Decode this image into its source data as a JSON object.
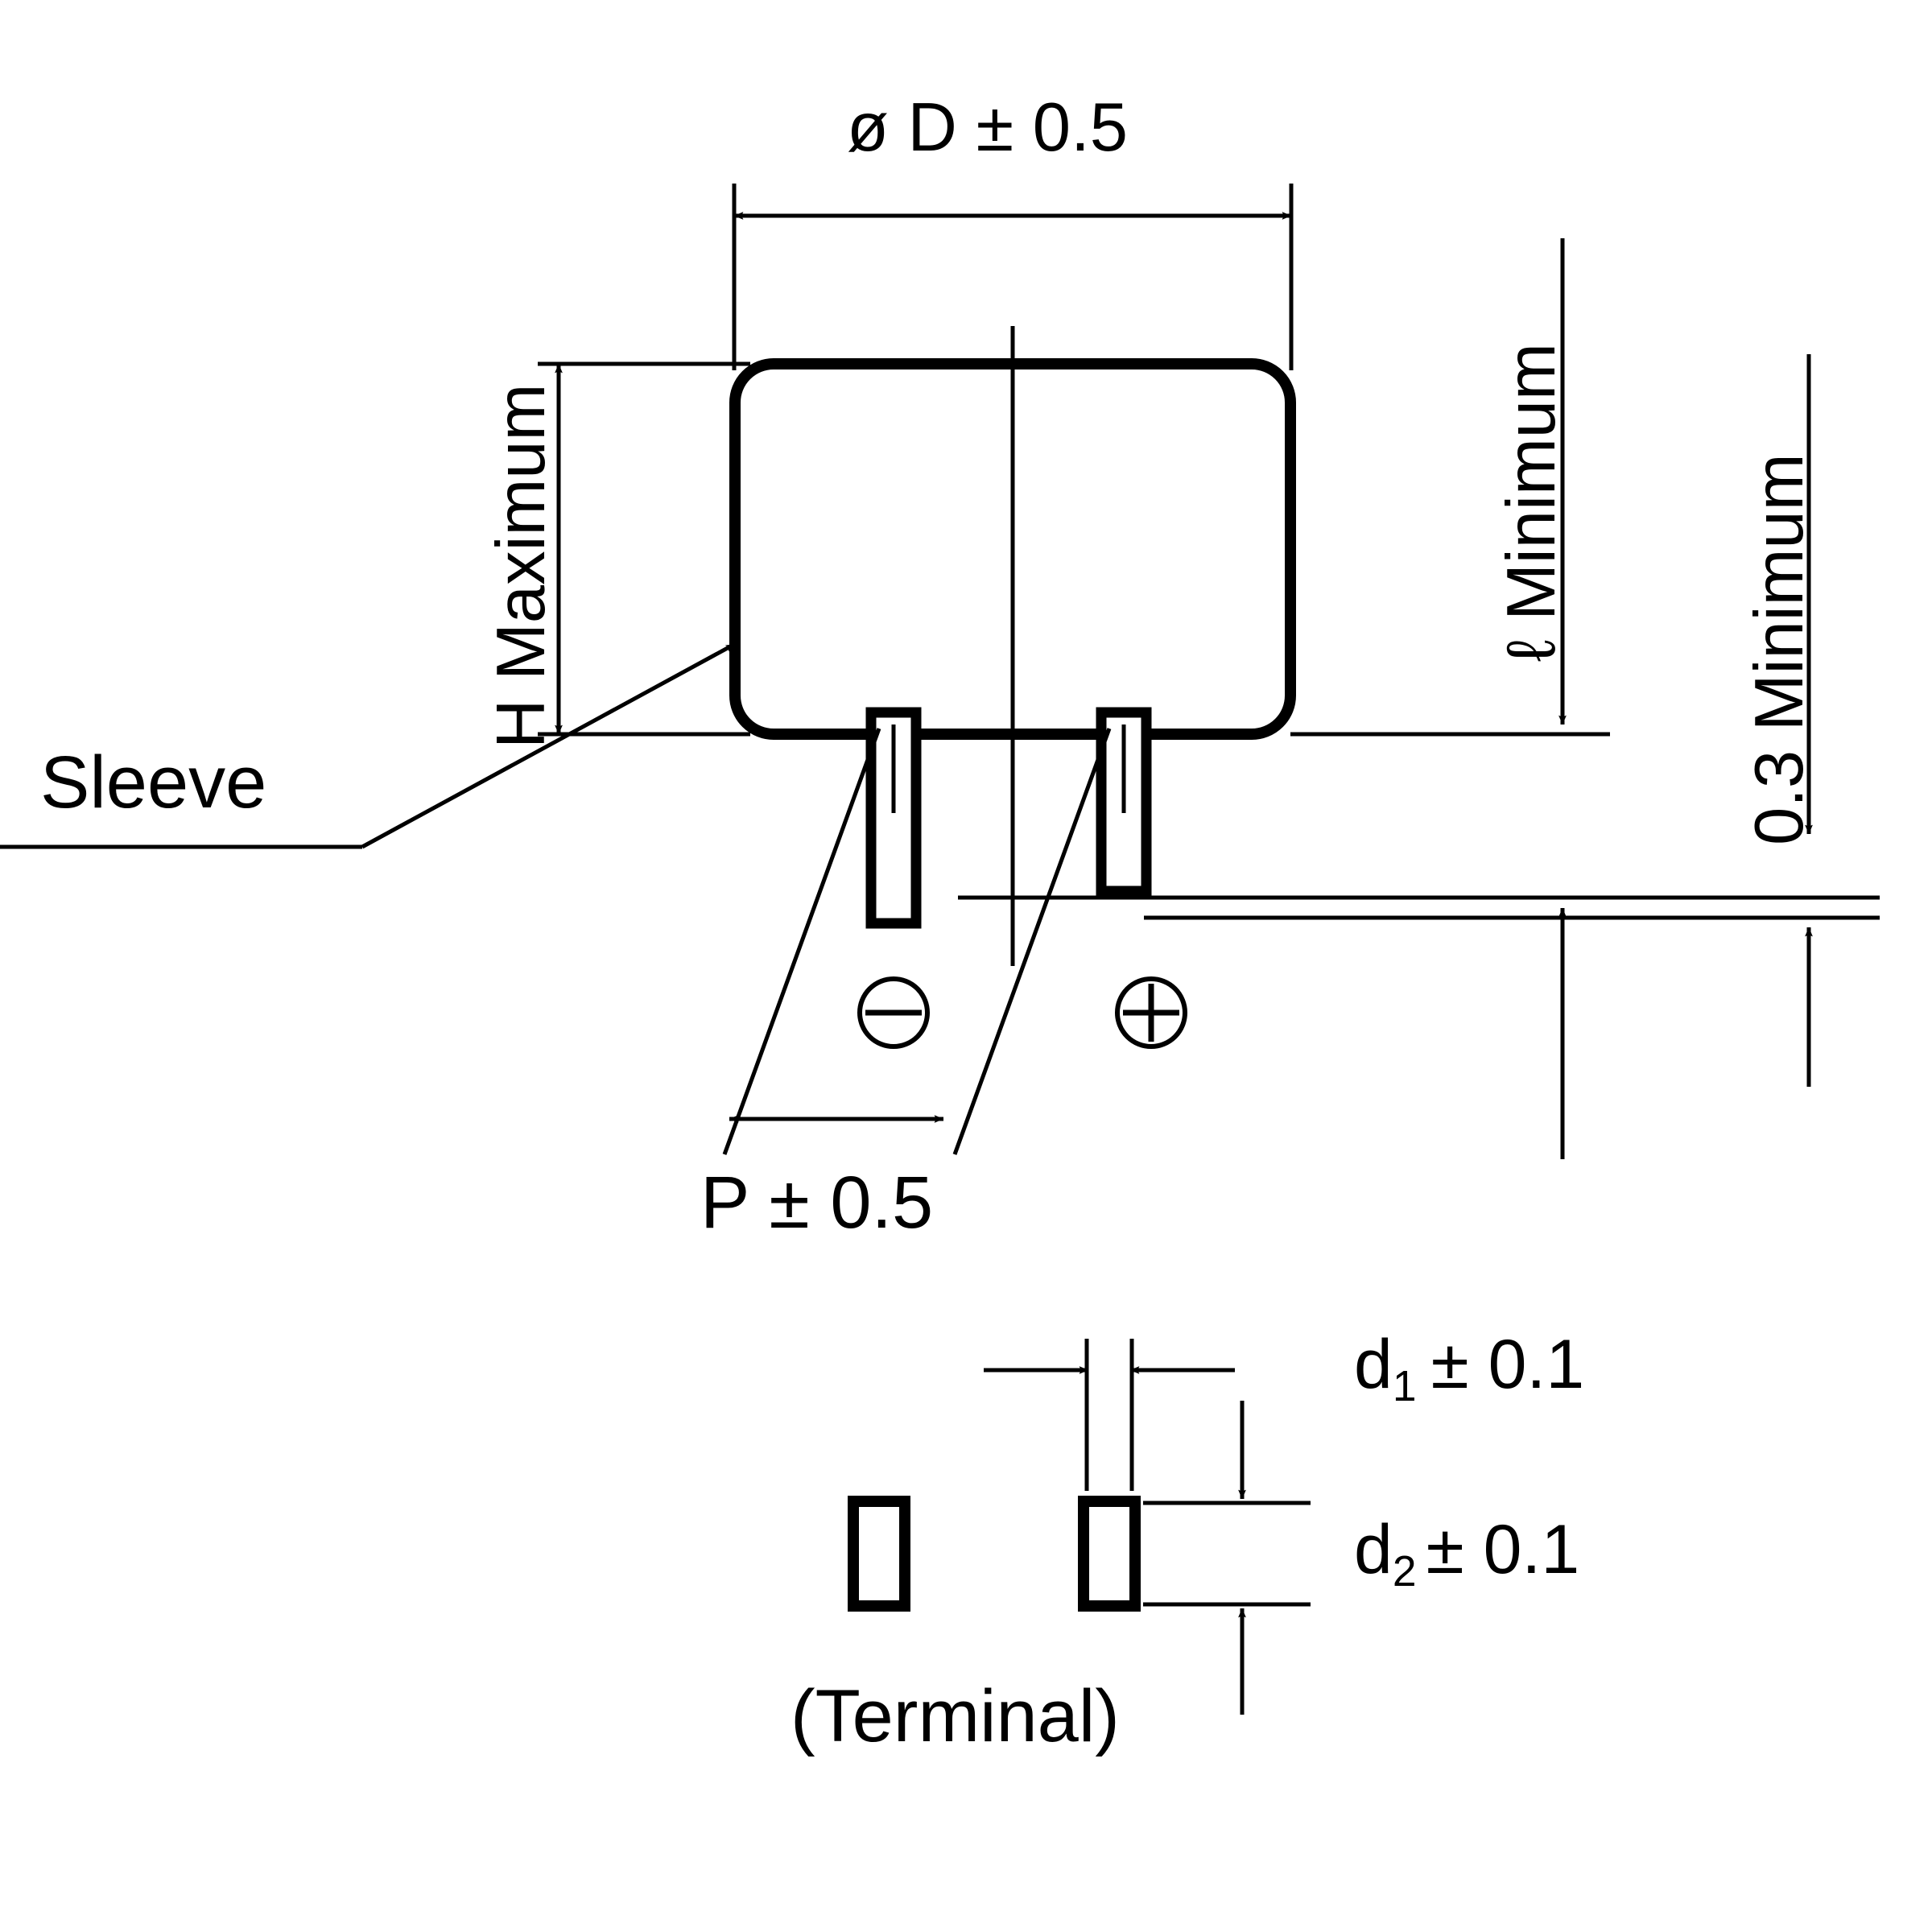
{
  "drawing": {
    "title": "Radial lead capacitor outline dimensions",
    "stroke_color": "#000000",
    "background_color": "#ffffff"
  },
  "labels": {
    "diameter": {
      "text": "ø D ± 0.5",
      "name": "diameter-dimension-label"
    },
    "height": {
      "text": "H Maximum",
      "name": "height-dimension-label"
    },
    "sleeve": {
      "text": "Sleeve",
      "name": "sleeve-callout-label"
    },
    "lead_length": {
      "prefix": "ℓ",
      "suffix": " Minimum",
      "text": "ℓ Minimum",
      "name": "lead-length-dimension-label"
    },
    "clearance": {
      "text": "0.3 Minimum",
      "name": "clearance-dimension-label"
    },
    "pitch": {
      "text": "P ± 0.5",
      "name": "pitch-dimension-label"
    },
    "d1": {
      "base": "d",
      "subscript": "1",
      "tolerance": "± 0.1",
      "text": "d1 ± 0.1",
      "name": "terminal-width-dimension-label"
    },
    "d2": {
      "base": "d",
      "subscript": "2",
      "tolerance": "± 0.1",
      "text": "d2 ± 0.1",
      "name": "terminal-thickness-dimension-label"
    },
    "terminal": {
      "text": "(Terminal)",
      "name": "terminal-detail-label"
    }
  },
  "polarity": {
    "negative": {
      "symbol": "minus",
      "name": "negative-terminal-marker"
    },
    "positive": {
      "symbol": "plus",
      "name": "positive-terminal-marker"
    }
  },
  "components": {
    "body": "capacitor-body-outline",
    "left_lead": "negative-lead",
    "right_lead": "positive-lead",
    "centerline": "vertical-centerline",
    "terminal_left": "terminal-cross-section-left",
    "terminal_right": "terminal-cross-section-right",
    "seating_plane": "seating-plane-lines"
  }
}
